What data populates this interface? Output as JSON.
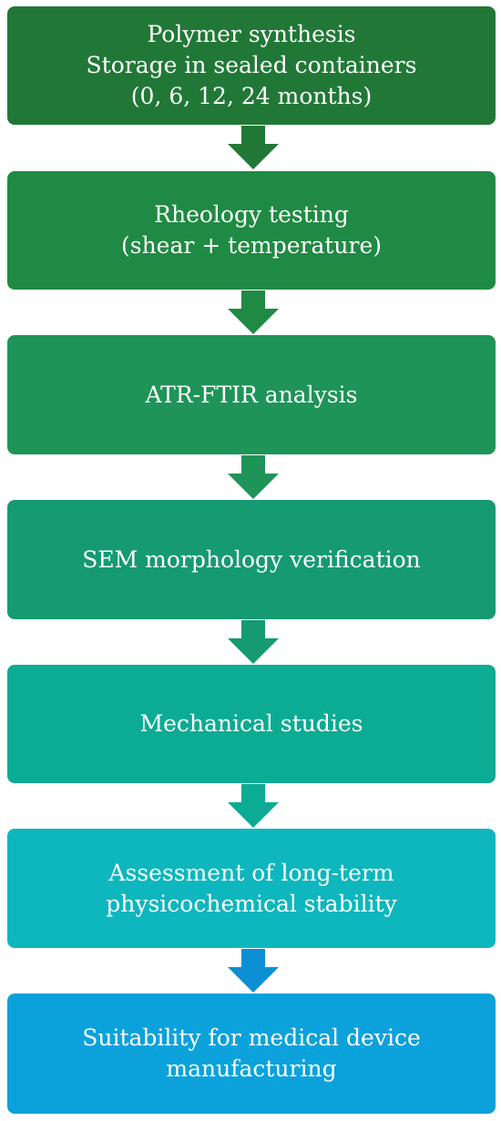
{
  "steps": [
    {
      "lines": [
        "Polymer synthesis",
        "Storage in sealed containers",
        "(0, 6, 12, 24 months)"
      ],
      "color": "#217836"
    },
    {
      "lines": [
        "Rheology testing",
        "(shear + temperature)"
      ],
      "color": "#1f8a43"
    },
    {
      "lines": [
        "ATR-FTIR analysis"
      ],
      "color": "#1e9458"
    },
    {
      "lines": [
        "SEM morphology verification"
      ],
      "color": "#159a72"
    },
    {
      "lines": [
        "Mechanical studies"
      ],
      "color": "#0cab93"
    },
    {
      "lines": [
        "Assessment of long-term",
        "physicochemical stability"
      ],
      "color": "#0db7bd"
    },
    {
      "lines": [
        "Suitability for medical device",
        "manufacturing"
      ],
      "color": "#0ba2dc"
    }
  ],
  "arrows": [
    {
      "color": "#217836"
    },
    {
      "color": "#1f8a43"
    },
    {
      "color": "#1e9458"
    },
    {
      "color": "#159a72"
    },
    {
      "color": "#0cab93"
    },
    {
      "color": "#0b8fd2"
    }
  ]
}
